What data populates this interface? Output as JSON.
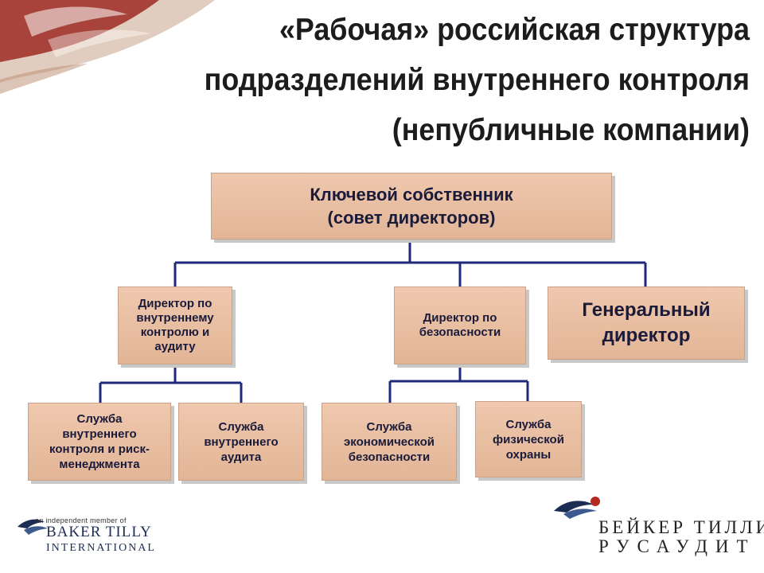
{
  "title": {
    "line1": "«Рабочая» российская структура",
    "line2": "подразделений внутреннего контроля",
    "line3": "(непубличные компании)"
  },
  "nodes": {
    "owner": {
      "line1": "Ключевой собственник",
      "line2": "(совет директоров)"
    },
    "director_internal_control": {
      "line1": "Директор по",
      "line2": "внутреннему",
      "line3": "контролю и",
      "line4": "аудиту"
    },
    "director_security": {
      "line1": "Директор по",
      "line2": "безопасности"
    },
    "general_director": {
      "line1": "Генеральный",
      "line2": "директор"
    },
    "service_internal_control": {
      "line1": "Служба",
      "line2": "внутреннего",
      "line3": "контроля и риск-",
      "line4": "менеджмента"
    },
    "service_internal_audit": {
      "line1": "Служба",
      "line2": "внутреннего",
      "line3": "аудита"
    },
    "service_economic_security": {
      "line1": "Служба",
      "line2": "экономической",
      "line3": "безопасности"
    },
    "service_physical_security": {
      "line1": "Служба",
      "line2": "физической",
      "line3": "охраны"
    }
  },
  "logos": {
    "baker_tilly": {
      "tagline": "an independent member of",
      "name": "BAKER TILLY",
      "sub": "INTERNATIONAL"
    },
    "rusaudit": {
      "line1": "БЕЙКЕР ТИЛЛИ",
      "line2": "РУСАУДИТ"
    }
  },
  "colors": {
    "box_fill": "#e9bfa3",
    "connector": "#1f2a7a",
    "title": "#1c1c1c"
  }
}
